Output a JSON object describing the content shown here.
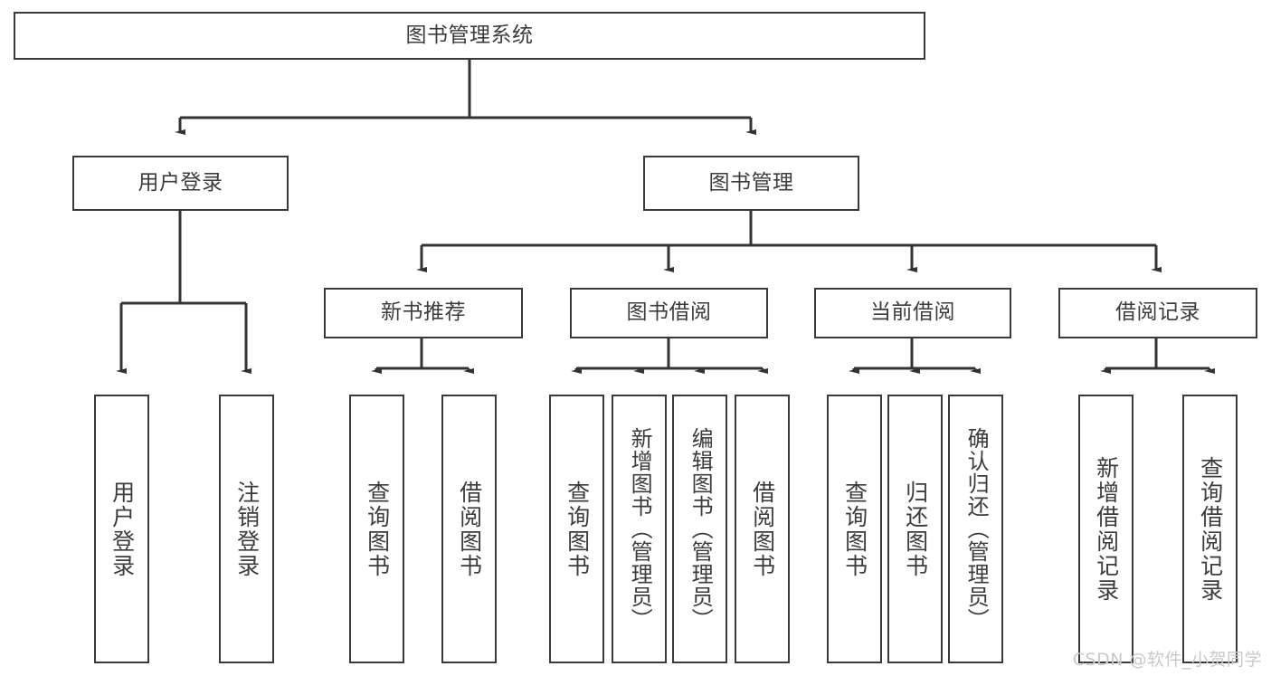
{
  "diagram": {
    "title": "图书管理系统",
    "type": "tree-hierarchy",
    "watermark": "CSDN @软件_小贺同学",
    "colors": {
      "box_border": "#3a3a3a",
      "box_fill": "#ffffff",
      "text": "#3c3c3c",
      "connector": "#333333",
      "watermark": "#c9c9c9",
      "background": "#ffffff"
    },
    "nodes": {
      "root": {
        "label": "图书管理系统"
      },
      "level2": [
        {
          "id": "user-login",
          "label": "用户登录"
        },
        {
          "id": "book-management",
          "label": "图书管理"
        }
      ],
      "level3": [
        {
          "id": "new-book-recommend",
          "label": "新书推荐"
        },
        {
          "id": "book-borrow",
          "label": "图书借阅"
        },
        {
          "id": "current-borrow",
          "label": "当前借阅"
        },
        {
          "id": "borrow-record",
          "label": "借阅记录"
        }
      ],
      "leaves": {
        "user_login": [
          {
            "id": "leaf-user-login",
            "label": "用户登录"
          },
          {
            "id": "leaf-logout-login",
            "label": "注销登录"
          }
        ],
        "new_book_recommend": [
          {
            "id": "leaf-query-book-1",
            "label": "查询图书"
          },
          {
            "id": "leaf-borrow-book-1",
            "label": "借阅图书"
          }
        ],
        "book_borrow": [
          {
            "id": "leaf-query-book-2",
            "label": "查询图书"
          },
          {
            "id": "leaf-add-book-admin",
            "label": "新增图书（管理员）"
          },
          {
            "id": "leaf-edit-book-admin",
            "label": "编辑图书（管理员）"
          },
          {
            "id": "leaf-borrow-book-2",
            "label": "借阅图书"
          }
        ],
        "current_borrow": [
          {
            "id": "leaf-query-book-3",
            "label": "查询图书"
          },
          {
            "id": "leaf-return-book",
            "label": "归还图书"
          },
          {
            "id": "leaf-confirm-return-admin",
            "label": "确认归还（管理员）"
          }
        ],
        "borrow_record": [
          {
            "id": "leaf-add-borrow-record",
            "label": "新增借阅记录"
          },
          {
            "id": "leaf-query-borrow-record",
            "label": "查询借阅记录"
          }
        ]
      }
    }
  }
}
